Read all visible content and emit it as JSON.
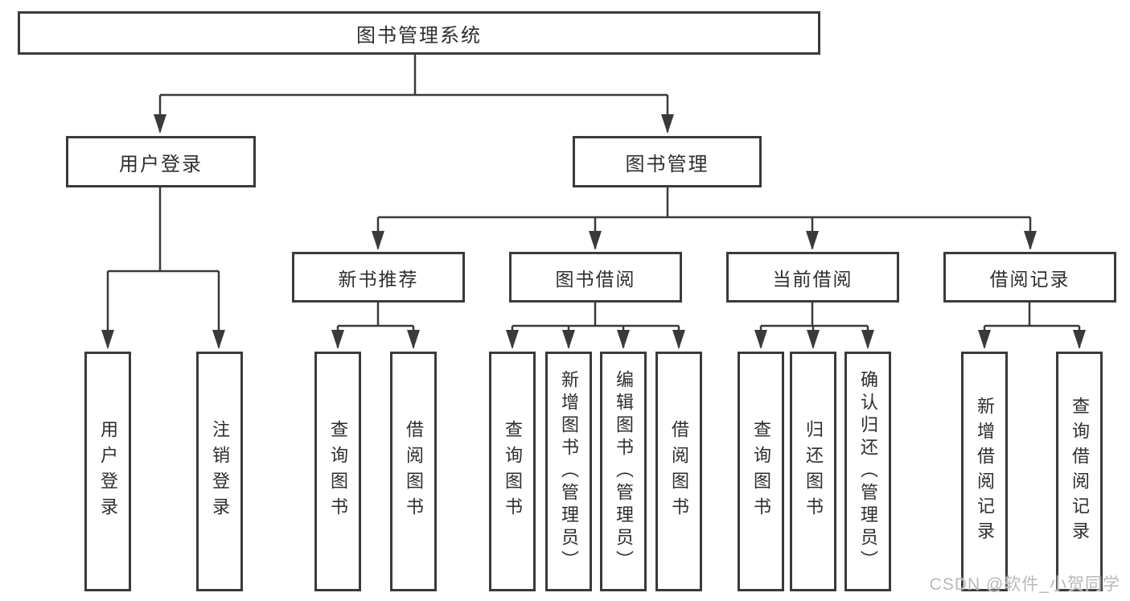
{
  "diagram": {
    "title": "图书管理系统",
    "nodes": {
      "root": "图书管理系统",
      "level2": [
        "用户登录",
        "图书管理"
      ],
      "level3": [
        "新书推荐",
        "图书借阅",
        "当前借阅",
        "借阅记录"
      ],
      "leaves": [
        "用户登录",
        "注销登录",
        "查询图书",
        "借阅图书",
        "查询图书",
        "新增图书（管理员）",
        "编辑图书（管理员）",
        "借阅图书",
        "查询图书",
        "归还图书",
        "确认归还（管理员）",
        "新增借阅记录",
        "查询借阅记录"
      ]
    },
    "watermark": "CSDN @软件_小贺同学",
    "colors": {
      "background": "#ffffff",
      "line": "#3a3a3a",
      "box_border": "#3a3a3a",
      "text": "#2e2e2e",
      "watermark": "#b9b9b9"
    }
  }
}
